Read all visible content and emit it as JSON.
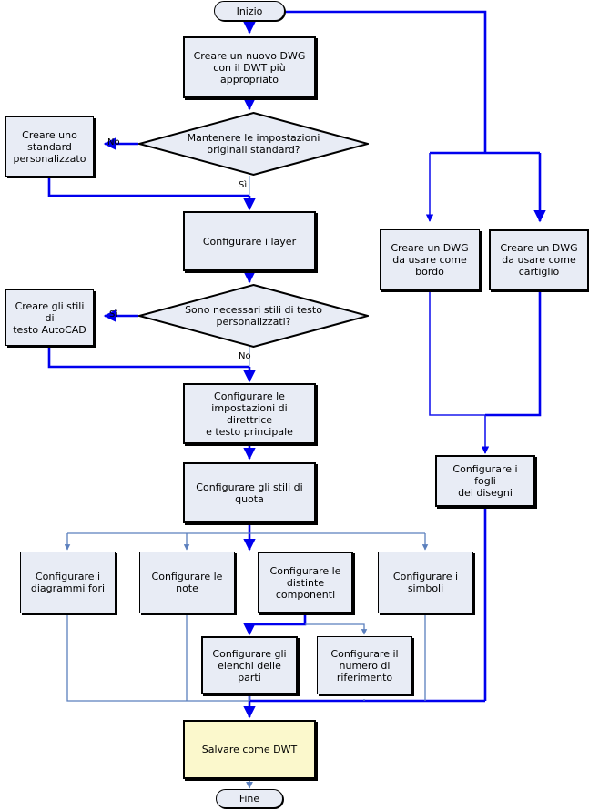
{
  "diagram": {
    "title_text": "",
    "colors": {
      "process_fill": "#e8ecf5",
      "save_fill": "#fbf8cc",
      "outline": "#000000",
      "edge_main": "#0000ee",
      "edge_secondary": "#5b7fbd",
      "background": "#ffffff"
    },
    "nodes": [
      {
        "id": "inizio",
        "shape": "terminator",
        "label": "Inizio"
      },
      {
        "id": "nuovo_dwg",
        "shape": "process",
        "label": "Creare un nuovo DWG\ncon il DWT più\nappropriato"
      },
      {
        "id": "dec_standard",
        "shape": "decision",
        "label": "Mantenere le impostazioni\noriginali standard?"
      },
      {
        "id": "std_person",
        "shape": "process",
        "label": "Creare uno\nstandard\npersonalizzato"
      },
      {
        "id": "layer",
        "shape": "process",
        "label": "Configurare i layer"
      },
      {
        "id": "dec_testo",
        "shape": "decision",
        "label": "Sono necessari stili di testo\npersonalizzati?"
      },
      {
        "id": "stili_testo",
        "shape": "process",
        "label": "Creare gli stili di\ntesto AutoCAD"
      },
      {
        "id": "direttrice",
        "shape": "process",
        "label": "Configurare le\nimpostazioni di direttrice\ne testo principale"
      },
      {
        "id": "quota",
        "shape": "process",
        "label": "Configurare gli stili di\nquota"
      },
      {
        "id": "fori",
        "shape": "process",
        "label": "Configurare i\ndiagrammi fori"
      },
      {
        "id": "note",
        "shape": "process",
        "label": "Configurare le\nnote"
      },
      {
        "id": "distinte",
        "shape": "process-bold",
        "label": "Configurare le\ndistinte\ncomponenti"
      },
      {
        "id": "simboli",
        "shape": "process",
        "label": "Configurare i\nsimboli"
      },
      {
        "id": "elenchi",
        "shape": "process",
        "label": "Configurare gli\nelenchi delle parti"
      },
      {
        "id": "riferimento",
        "shape": "process",
        "label": "Configurare il\nnumero di\nriferimento"
      },
      {
        "id": "dwg_bordo",
        "shape": "process",
        "label": "Creare un DWG\nda usare come\nbordo"
      },
      {
        "id": "dwg_cartiglio",
        "shape": "process-bold",
        "label": "Creare un DWG\nda usare come\ncartiglio"
      },
      {
        "id": "fogli",
        "shape": "process-bold",
        "label": "Configurare i fogli\ndei disegni"
      },
      {
        "id": "salvare",
        "shape": "save",
        "label": "Salvare come DWT"
      },
      {
        "id": "fine",
        "shape": "terminator",
        "label": "Fine"
      }
    ],
    "edge_labels": [
      {
        "id": "no_standard",
        "text": "No"
      },
      {
        "id": "si_standard",
        "text": "Sì"
      },
      {
        "id": "si_testo",
        "text": "Sì"
      },
      {
        "id": "no_testo",
        "text": "No"
      }
    ]
  }
}
